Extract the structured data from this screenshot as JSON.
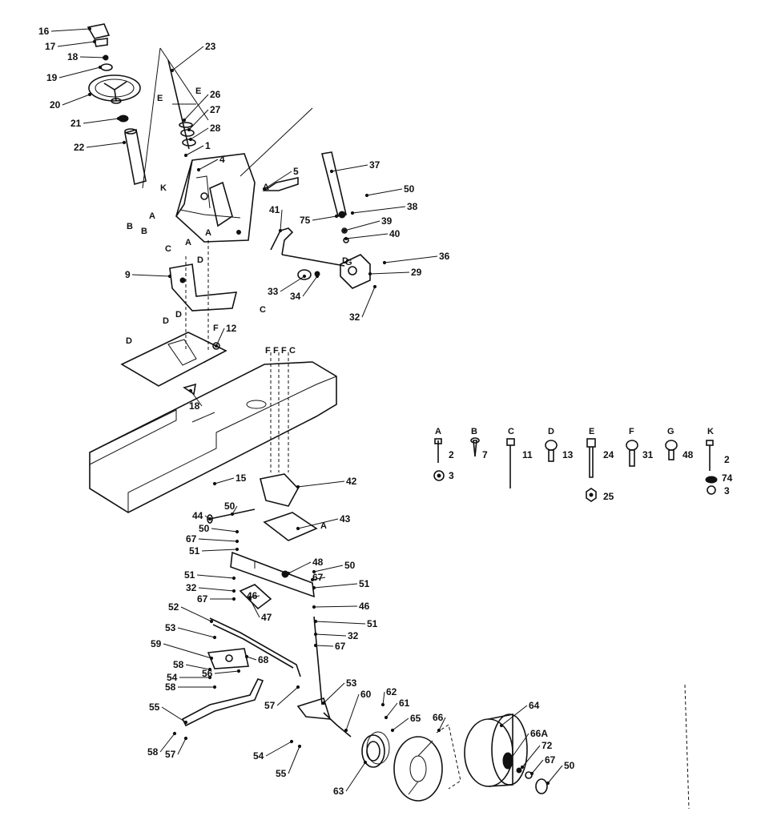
{
  "callouts": [
    "16",
    "17",
    "18",
    "19",
    "20",
    "21",
    "22",
    "23",
    "26",
    "27",
    "28",
    "1",
    "4",
    "5",
    "37",
    "50",
    "38",
    "39",
    "40",
    "41",
    "75",
    "36",
    "29",
    "33",
    "34",
    "32",
    "9",
    "12",
    "18",
    "15",
    "42",
    "43",
    "44",
    "50",
    "67",
    "51",
    "48",
    "50",
    "67",
    "51",
    "51",
    "32",
    "67",
    "46",
    "47",
    "46",
    "51",
    "32",
    "67",
    "52",
    "53",
    "59",
    "58",
    "54",
    "55",
    "58",
    "57",
    "53",
    "60",
    "62",
    "61",
    "65",
    "64",
    "66",
    "66A",
    "72",
    "67",
    "50",
    "68",
    "56",
    "58",
    "57",
    "54",
    "55",
    "63",
    "50"
  ],
  "letters": [
    "E",
    "E",
    "K",
    "A",
    "B",
    "B",
    "A",
    "A",
    "C",
    "A",
    "C",
    "D",
    "D",
    "D",
    "D",
    "F",
    "F",
    "F",
    "F",
    "C",
    "G",
    "A",
    "D"
  ],
  "legend": {
    "A": {
      "letter": "A",
      "nums": [
        "2",
        "3"
      ]
    },
    "B": {
      "letter": "B",
      "nums": [
        "7"
      ]
    },
    "C": {
      "letter": "C",
      "nums": [
        "11"
      ]
    },
    "D": {
      "letter": "D",
      "nums": [
        "13"
      ]
    },
    "E": {
      "letter": "E",
      "nums": [
        "24",
        "25"
      ]
    },
    "F": {
      "letter": "F",
      "nums": [
        "31"
      ]
    },
    "G": {
      "letter": "G",
      "nums": [
        "48"
      ]
    },
    "K": {
      "letter": "K",
      "nums": [
        "2",
        "74",
        "3"
      ]
    }
  }
}
